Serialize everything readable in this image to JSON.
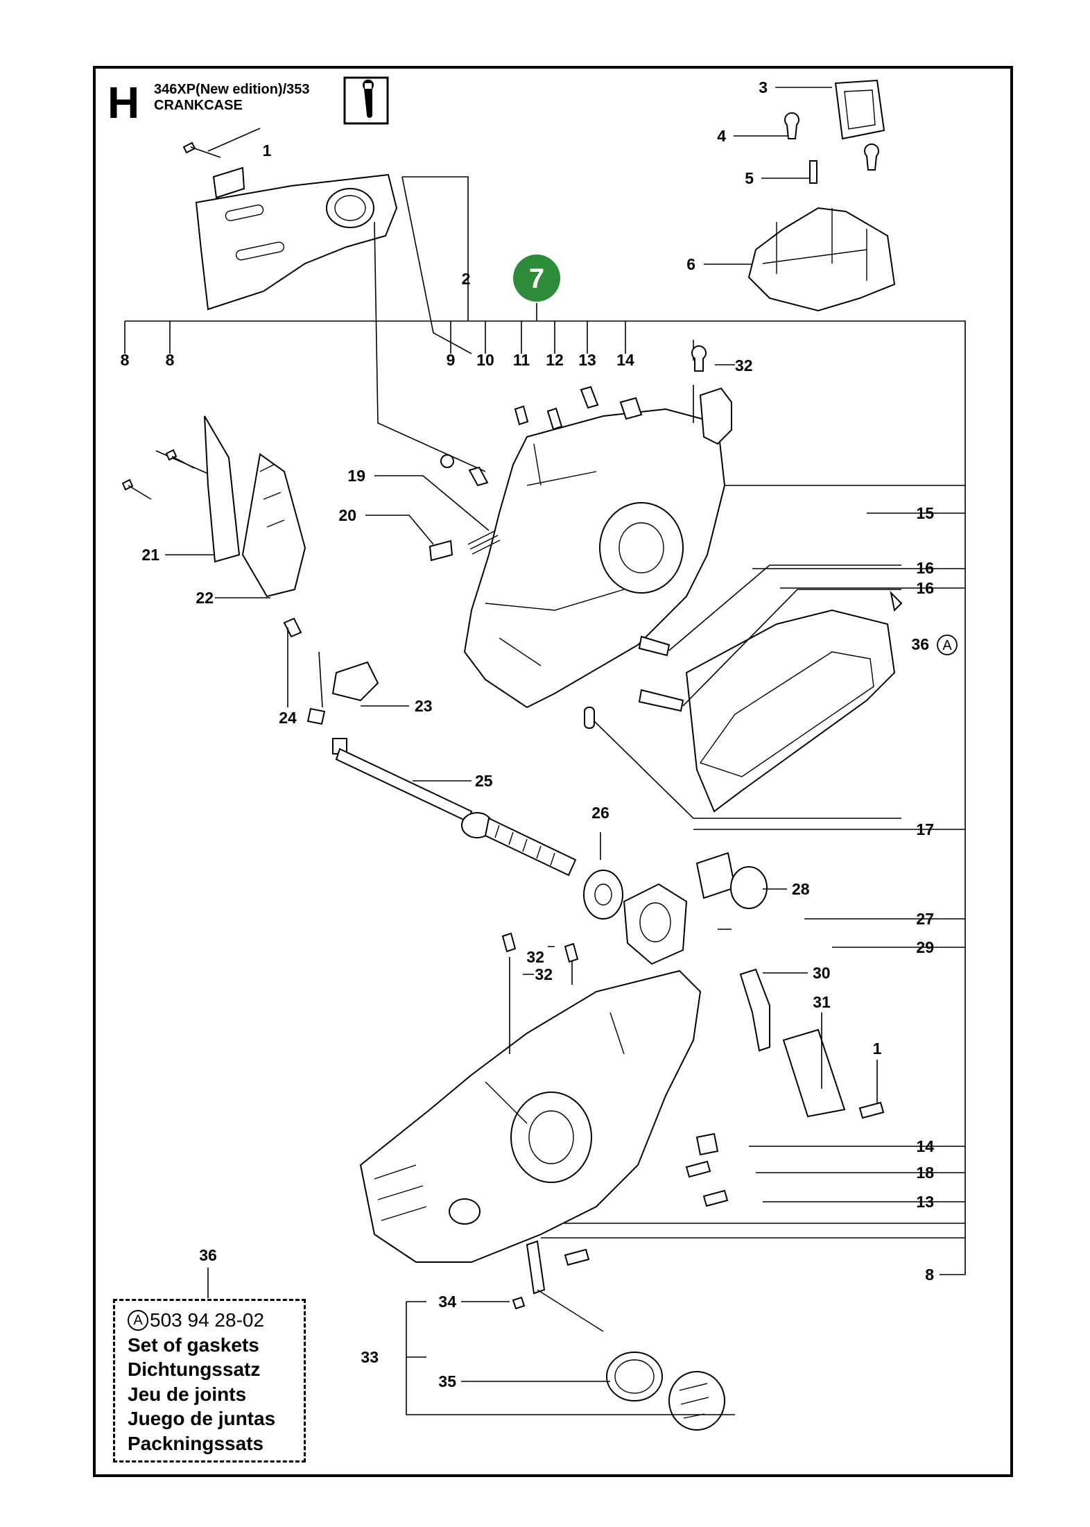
{
  "header": {
    "section_letter": "H",
    "model": "346XP(New edition)/353",
    "title": "CRANKCASE",
    "tool_icon": "wrench-icon"
  },
  "badge": {
    "number": "7",
    "color": "#2e8b3a"
  },
  "callouts": [
    "1",
    "2",
    "3",
    "4",
    "5",
    "6",
    "8",
    "8",
    "9",
    "10",
    "11",
    "12",
    "13",
    "14",
    "32",
    "19",
    "20",
    "21",
    "22",
    "15",
    "16",
    "16",
    "36",
    "24",
    "23",
    "25",
    "17",
    "26",
    "28",
    "27",
    "29",
    "32",
    "32",
    "30",
    "31",
    "1",
    "14",
    "18",
    "13",
    "8",
    "36",
    "34",
    "33",
    "35"
  ],
  "marker_letter": "A",
  "gasket_set": {
    "reference": "36",
    "marker": "A",
    "part_number": "503 94 28-02",
    "lines": [
      "Set of gaskets",
      "Dichtungssatz",
      "Jeu de joints",
      "Juego de juntas",
      "Packningssats"
    ]
  }
}
